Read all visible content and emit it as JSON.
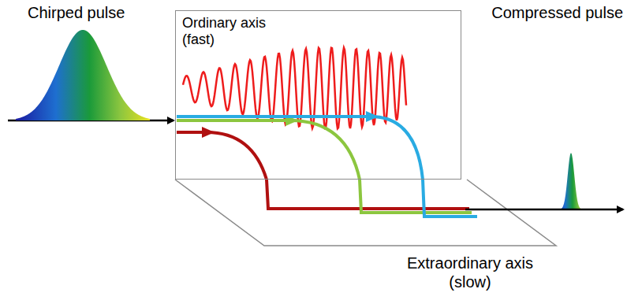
{
  "diagram": {
    "nodes": [
      {
        "text": [
          "Ordinary axis (fast)"
        ]
      }
    ],
    "labels": [
      "Chirped pulse",
      "Compressed pulse",
      "Extraordinary axis (slow)"
    ]
  }
}
